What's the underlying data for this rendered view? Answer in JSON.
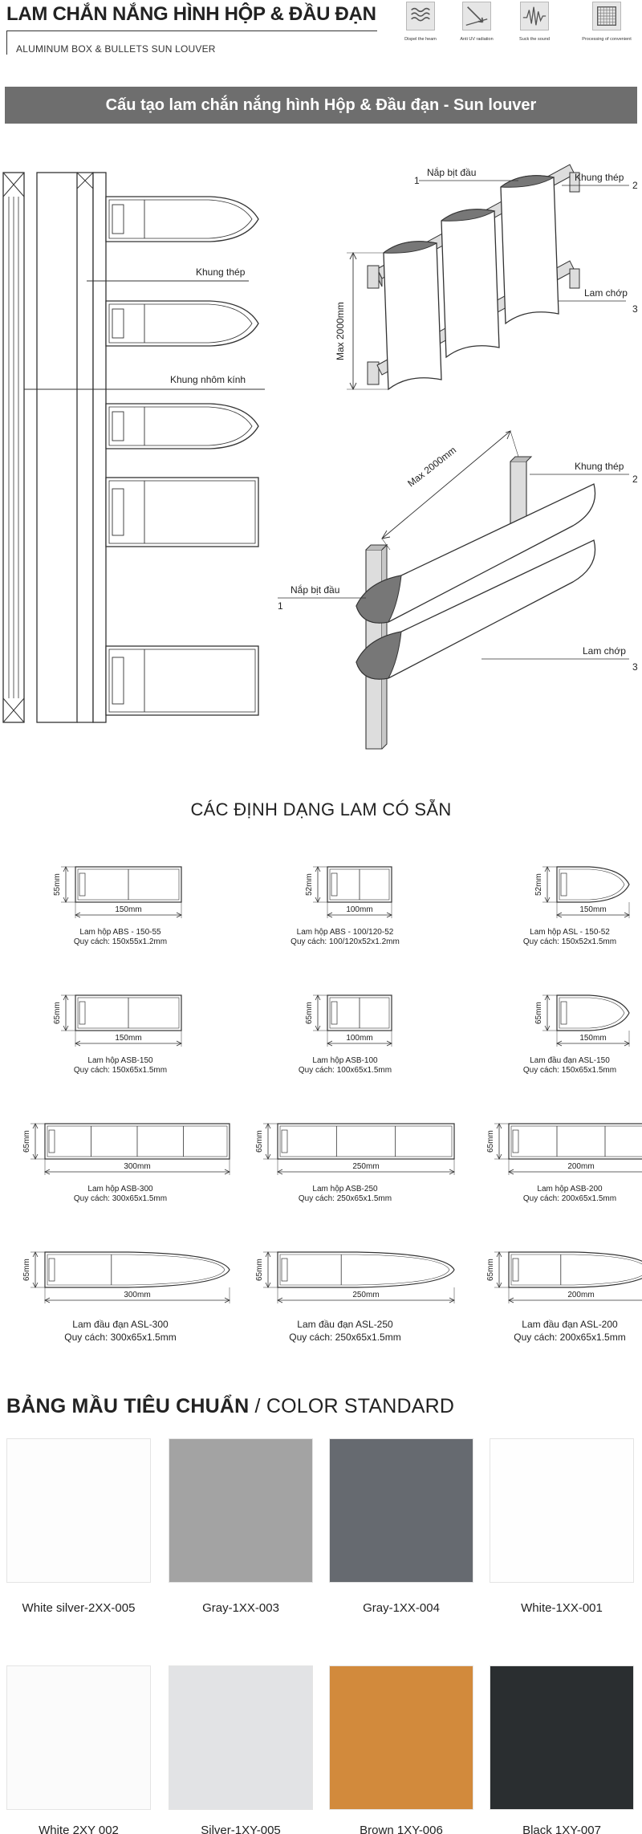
{
  "header": {
    "title": "LAM CHẮN NẮNG HÌNH HỘP & ĐẦU ĐẠN",
    "subtitle": "ALUMINUM BOX & BULLETS SUN LOUVER",
    "features": [
      {
        "icon": "heat-icon",
        "label": "Dispel the heam"
      },
      {
        "icon": "uv-icon",
        "label": "Anti UV radiation"
      },
      {
        "icon": "sound-icon",
        "label": "Suck the sound"
      },
      {
        "icon": "grid-icon",
        "label": "Processing of convenient"
      }
    ]
  },
  "banner": "Cấu tạo lam chắn nắng hình Hộp & Đầu đạn - Sun louver",
  "structure": {
    "khung_thep": "Khung thép",
    "khung_nhom_kinh": "Khung nhôm kính",
    "nap_bit_dau": "Nắp bịt đầu",
    "lam_chop": "Lam chớp",
    "max_vertical": "Max 2000mm",
    "max_horizontal": "Max 2000mm",
    "n1": "1",
    "n2": "2",
    "n3": "3"
  },
  "formats_title": "CÁC ĐỊNH DẠNG LAM CÓ SẴN",
  "profiles": [
    {
      "height": "55mm",
      "width": "150mm",
      "name": "Lam hộp ABS - 150-55",
      "spec": "Quy cách: 150x55x1.2mm"
    },
    {
      "height": "52mm",
      "width": "100mm",
      "name": "Lam hộp ABS - 100/120-52",
      "spec": "Quy cách: 100/120x52x1.2mm"
    },
    {
      "height": "52mm",
      "width": "150mm",
      "name": "Lam hộp ASL - 150-52",
      "spec": "Quy cách: 150x52x1.5mm"
    },
    {
      "height": "65mm",
      "width": "150mm",
      "name": "Lam hộp ASB-150",
      "spec": "Quy cách: 150x65x1.5mm"
    },
    {
      "height": "65mm",
      "width": "100mm",
      "name": "Lam hộp ASB-100",
      "spec": "Quy cách: 100x65x1.5mm"
    },
    {
      "height": "65mm",
      "width": "150mm",
      "name": "Lam đầu đạn ASL-150",
      "spec": "Quy cách: 150x65x1.5mm"
    },
    {
      "height": "65mm",
      "width": "300mm",
      "name": "Lam hộp ASB-300",
      "spec": "Quy cách: 300x65x1.5mm"
    },
    {
      "height": "65mm",
      "width": "250mm",
      "name": "Lam hộp ASB-250",
      "spec": "Quy cách: 250x65x1.5mm"
    },
    {
      "height": "65mm",
      "width": "200mm",
      "name": "Lam hộp ASB-200",
      "spec": "Quy cách: 200x65x1.5mm"
    },
    {
      "height": "65mm",
      "width": "300mm",
      "name": "Lam đầu đạn ASL-300",
      "spec": "Quy cách: 300x65x1.5mm"
    },
    {
      "height": "65mm",
      "width": "250mm",
      "name": "Lam đầu đạn ASL-250",
      "spec": "Quy cách: 250x65x1.5mm"
    },
    {
      "height": "65mm",
      "width": "200mm",
      "name": "Lam đầu đạn ASL-200",
      "spec": "Quy cách: 200x65x1.5mm"
    }
  ],
  "colors": {
    "heading_bold": "BẢNG MẦU TIÊU CHUẨN",
    "heading_rest": " / COLOR STANDARD",
    "items": [
      {
        "name": "White silver-2XX-005",
        "hex": "#fdfdfd"
      },
      {
        "name": "Gray-1XX-003",
        "hex": "#a3a3a3"
      },
      {
        "name": "Gray-1XX-004",
        "hex": "#666a70"
      },
      {
        "name": "White-1XX-001",
        "hex": "#fefefe"
      },
      {
        "name": "White 2XY 002",
        "hex": "#fbfbfb"
      },
      {
        "name": "Silver-1XY-005",
        "hex": "#e2e3e5"
      },
      {
        "name": "Brown 1XY-006",
        "hex": "#d28a3c"
      },
      {
        "name": "Black 1XY-007",
        "hex": "#2a2e30"
      }
    ]
  }
}
